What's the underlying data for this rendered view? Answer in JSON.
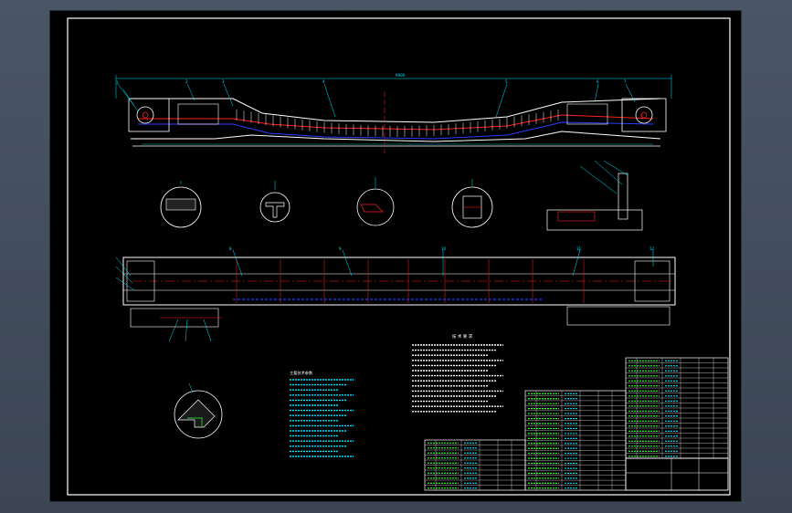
{
  "drawing": {
    "notes_title": "技 术 要 求",
    "params_title": "主要技术参数",
    "labels": {
      "pos1": "1",
      "pos2": "2",
      "pos3": "3",
      "pos4": "4",
      "pos5": "5",
      "pos6": "6",
      "pos7": "7",
      "pos8": "8",
      "pos9": "9",
      "pos10": "10",
      "pos11": "11",
      "pos12": "12",
      "pos13": "13",
      "pos14": "14",
      "pos15": "15",
      "pos16": "16",
      "pos17": "17",
      "pos18": "18",
      "pos19": "19",
      "pos20": "20"
    }
  },
  "colors": {
    "background": "#000000",
    "frame": "#ffffff",
    "cyan": "#00e5ff",
    "red": "#ff2020",
    "blue": "#2b3cff",
    "green": "#33ff33",
    "yellow": "#ffff33"
  }
}
